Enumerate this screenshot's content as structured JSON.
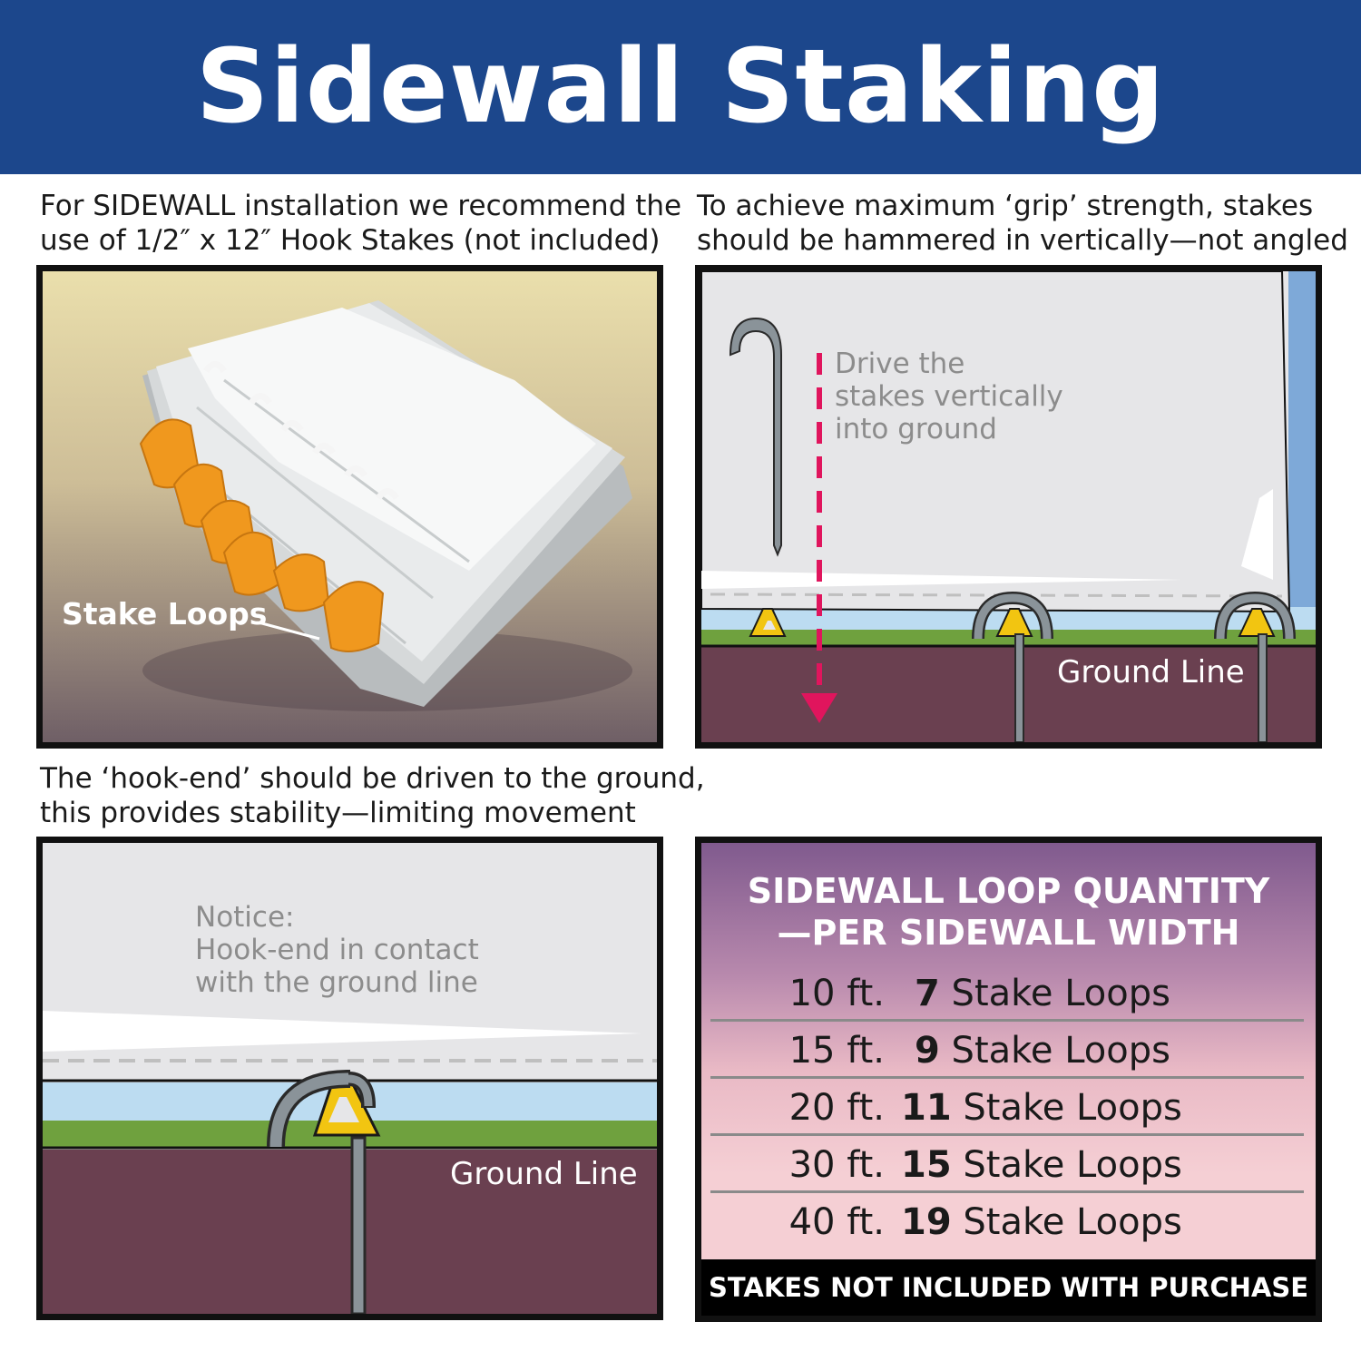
{
  "header": {
    "title": "Sidewall Staking"
  },
  "panel1": {
    "caption_line1": "For SIDEWALL installation we recommend the",
    "caption_line2": "use of 1/2″ x 12″ Hook Stakes (not included)",
    "label": "Stake Loops"
  },
  "panel2": {
    "caption_line1": "To achieve maximum ‘grip’ strength, stakes",
    "caption_line2": "should be hammered in vertically—not angled",
    "note_line1": "Drive the",
    "note_line2": "stakes vertically",
    "note_line3": "into ground",
    "ground_label": "Ground Line"
  },
  "panel3": {
    "caption_line1": "The ‘hook-end’ should be driven to the ground,",
    "caption_line2": "this provides stability—limiting movement",
    "note_line1": "Notice:",
    "note_line2": "Hook-end in contact",
    "note_line3": "with the ground line",
    "ground_label": "Ground Line"
  },
  "quantity": {
    "title_line1": "SIDEWALL LOOP QUANTITY",
    "title_line2": "—PER SIDEWALL WIDTH",
    "rows": [
      {
        "width": "10 ft.",
        "count": "7",
        "unit": " Stake Loops"
      },
      {
        "width": "15 ft.",
        "count": "9",
        "unit": " Stake Loops"
      },
      {
        "width": "20 ft.",
        "count": "11",
        "unit": " Stake Loops"
      },
      {
        "width": "30 ft.",
        "count": "15",
        "unit": " Stake Loops"
      },
      {
        "width": "40 ft.",
        "count": "19",
        "unit": " Stake Loops"
      }
    ],
    "footer": "STAKES NOT INCLUDED WITH PURCHASE"
  },
  "colors": {
    "banner": "#1c478c",
    "soil": "#6a4050",
    "grass": "#6fa13e",
    "sky": "#bcdcf1",
    "loop_yellow": "#f2c511",
    "arrow_pink": "#e0155d",
    "strap_orange": "#f0981e"
  }
}
